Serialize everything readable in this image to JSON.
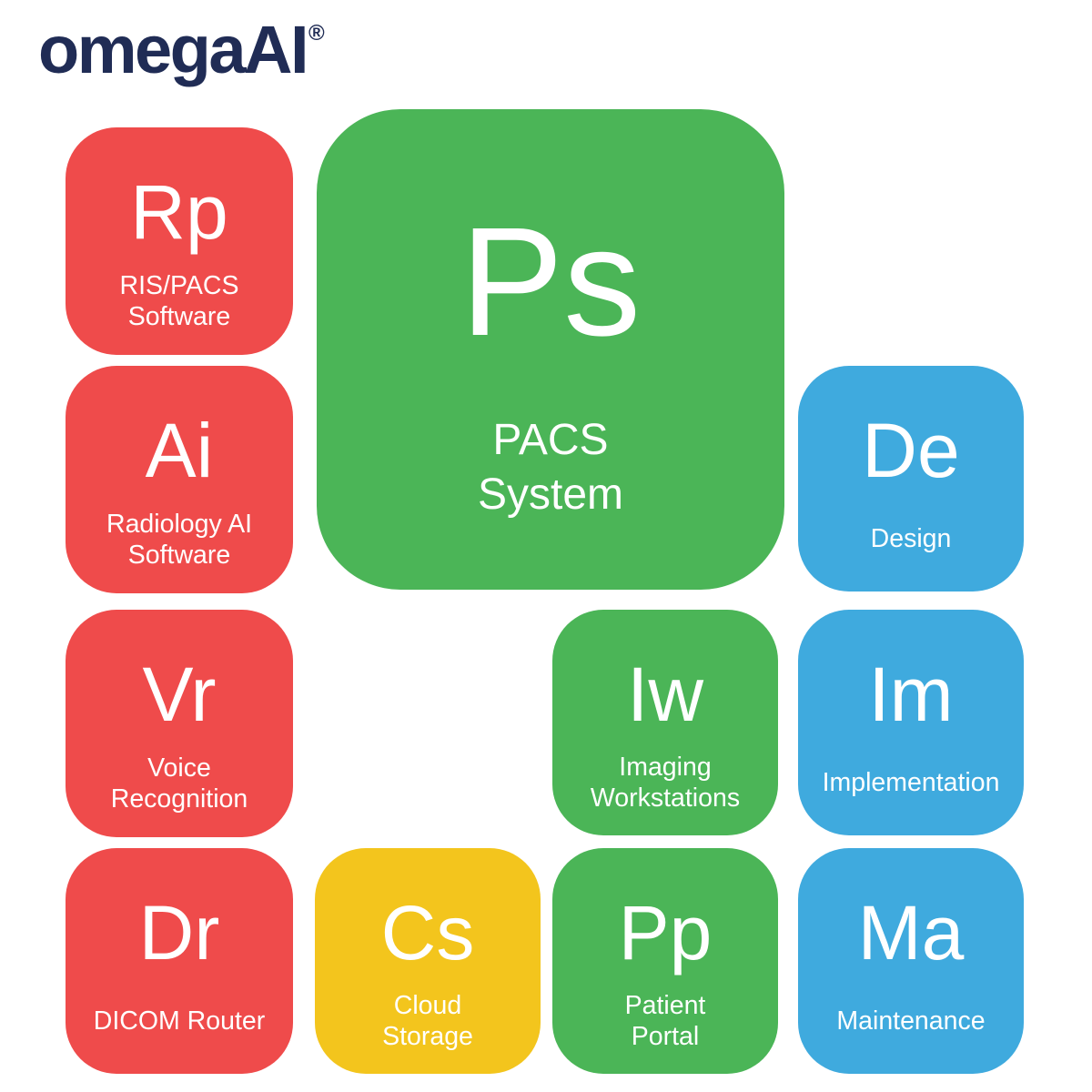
{
  "logo": {
    "text": "omegaAI",
    "registered_mark": "®",
    "color": "#202C55"
  },
  "palette": {
    "red": "#EF4B4B",
    "green": "#4BB557",
    "blue": "#3FAADE",
    "yellow": "#F3C51D",
    "background": "#FFFFFF",
    "tile_text": "#FFFFFF"
  },
  "tiles": [
    {
      "id": "rp",
      "symbol": "Rp",
      "label": "RIS/PACS\nSoftware",
      "color": "red",
      "size": "small"
    },
    {
      "id": "ps",
      "symbol": "Ps",
      "label": "PACS\nSystem",
      "color": "green",
      "size": "large"
    },
    {
      "id": "ai",
      "symbol": "Ai",
      "label": "Radiology AI\nSoftware",
      "color": "red",
      "size": "small"
    },
    {
      "id": "de",
      "symbol": "De",
      "label": "Design",
      "color": "blue",
      "size": "small"
    },
    {
      "id": "vr",
      "symbol": "Vr",
      "label": "Voice\nRecognition",
      "color": "red",
      "size": "small"
    },
    {
      "id": "iw",
      "symbol": "Iw",
      "label": "Imaging\nWorkstations",
      "color": "green",
      "size": "small"
    },
    {
      "id": "im",
      "symbol": "Im",
      "label": "Implementation",
      "color": "blue",
      "size": "small"
    },
    {
      "id": "dr",
      "symbol": "Dr",
      "label": "DICOM Router",
      "color": "red",
      "size": "small"
    },
    {
      "id": "cs",
      "symbol": "Cs",
      "label": "Cloud\nStorage",
      "color": "yellow",
      "size": "small"
    },
    {
      "id": "pp",
      "symbol": "Pp",
      "label": "Patient\nPortal",
      "color": "green",
      "size": "small"
    },
    {
      "id": "ma",
      "symbol": "Ma",
      "label": "Maintenance",
      "color": "blue",
      "size": "small"
    }
  ]
}
